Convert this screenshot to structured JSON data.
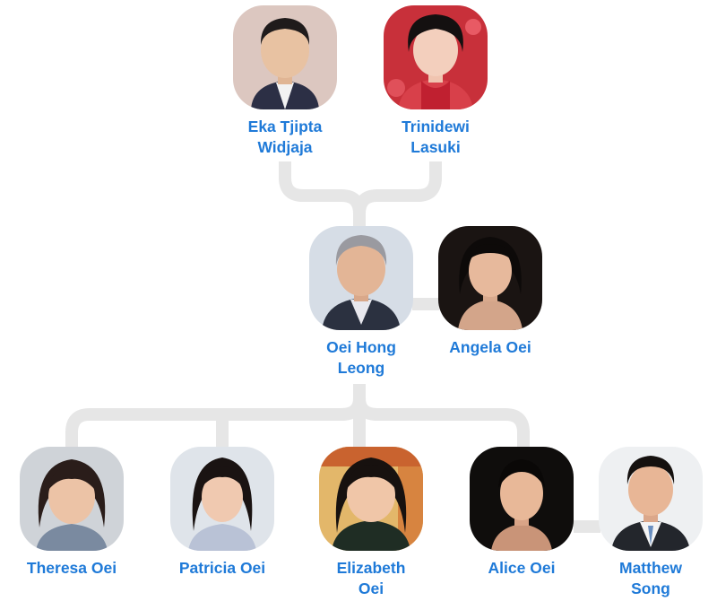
{
  "colors": {
    "name_text": "#1f7ad8",
    "connector": "#e6e6e6",
    "background": "#ffffff"
  },
  "people": {
    "eka": {
      "name_line1": "Eka Tjipta",
      "name_line2": "Widjaja",
      "icon": "person-portrait-icon"
    },
    "trinidewi": {
      "name_line1": "Trinidewi",
      "name_line2": "Lasuki",
      "icon": "person-portrait-icon"
    },
    "oei_hong_leong": {
      "name_line1": "Oei Hong",
      "name_line2": "Leong",
      "icon": "person-portrait-icon"
    },
    "angela": {
      "name_line1": "Angela Oei",
      "name_line2": "",
      "icon": "person-portrait-icon"
    },
    "theresa": {
      "name_line1": "Theresa Oei",
      "name_line2": "",
      "icon": "person-portrait-icon"
    },
    "patricia": {
      "name_line1": "Patricia Oei",
      "name_line2": "",
      "icon": "person-portrait-icon"
    },
    "elizabeth": {
      "name_line1": "Elizabeth",
      "name_line2": "Oei",
      "icon": "person-portrait-icon"
    },
    "alice": {
      "name_line1": "Alice Oei",
      "name_line2": "",
      "icon": "person-portrait-icon"
    },
    "matthew": {
      "name_line1": "Matthew",
      "name_line2": "Song",
      "icon": "person-portrait-icon"
    }
  }
}
